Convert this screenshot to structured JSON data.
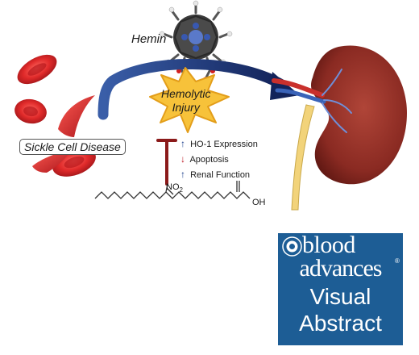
{
  "labels": {
    "hemin": "Hemin",
    "injury": [
      "Hemolytic",
      "Injury"
    ],
    "disease": "Sickle Cell Disease",
    "nitro_group": "NO",
    "nitro_subscript": "2",
    "acid_group": "OH"
  },
  "effects": [
    {
      "direction": "up",
      "text": "HO-1 Expression"
    },
    {
      "direction": "down",
      "text": "Apoptosis"
    },
    {
      "direction": "up",
      "text": "Renal Function"
    }
  ],
  "badge": {
    "line1": "blood",
    "line2": "advances",
    "registered": "®",
    "line3": "Visual",
    "line4": "Abstract",
    "background_color": "#1d5d95"
  },
  "colors": {
    "blood_cell": "#c0202a",
    "kidney": "#8a2a22",
    "arrow": "#1a2e62",
    "inhibition": "#8b1a1a",
    "burst_fill": "#f7c23a",
    "up_arrow": "#1c3f8c",
    "down_arrow": "#c0202a"
  }
}
